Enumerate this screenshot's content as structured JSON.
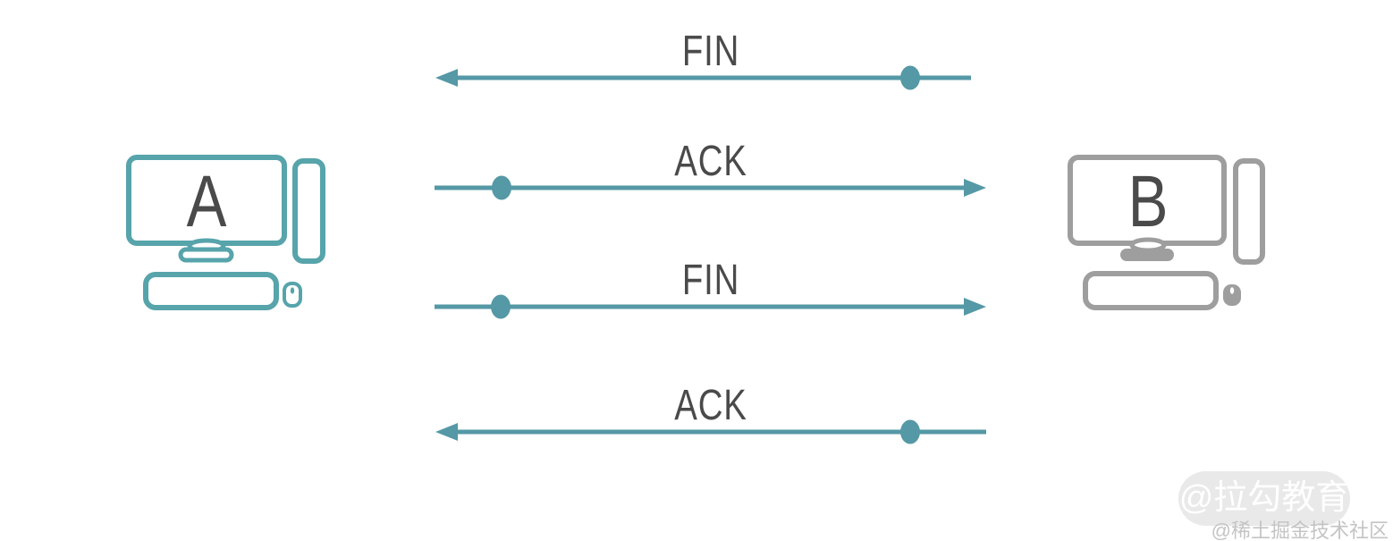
{
  "diagram": {
    "type": "tcp-four-way-handshake-sequence",
    "hosts": [
      {
        "id": "A",
        "label": "A"
      },
      {
        "id": "B",
        "label": "B"
      }
    ],
    "messages": [
      {
        "label": "FIN",
        "direction": "left",
        "from": "B",
        "to": "A"
      },
      {
        "label": "ACK",
        "direction": "right",
        "from": "A",
        "to": "B"
      },
      {
        "label": "FIN",
        "direction": "right",
        "from": "A",
        "to": "B"
      },
      {
        "label": "ACK",
        "direction": "left",
        "from": "B",
        "to": "A"
      }
    ],
    "colors": {
      "arrow": "#5598a6",
      "host_a": "#57a4ab",
      "host_b": "#9e9e9e",
      "message_label": "#4a4a4a",
      "host_letter": "#4a4a4a"
    }
  },
  "watermark": {
    "badge_text": "@拉勾教育",
    "badge_bg": "#e9e9e9",
    "badge_text_color": "#ffffff",
    "credit_text": "@稀土掘金技术社区",
    "credit_color": "#c4c4c4"
  }
}
